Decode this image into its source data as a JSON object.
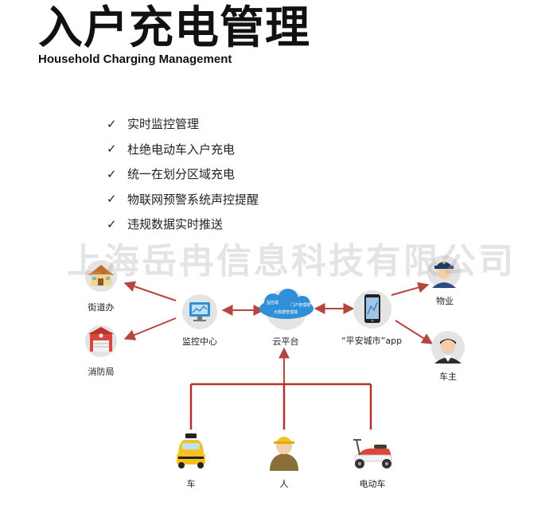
{
  "header": {
    "title_cn": "入户充电管理",
    "title_en": "Household Charging Management"
  },
  "features": [
    "实时监控管理",
    "杜绝电动车入户充电",
    "统一在划分区域充电",
    "物联网预警系统声控提醒",
    "违规数据实时推送"
  ],
  "watermark": "上海岳冉信息科技有限公司",
  "nodes": {
    "street_office": "街道办",
    "fire_bureau": "消防局",
    "monitor_center": "监控中心",
    "cloud_platform": "云平台",
    "app": "“平安城市”app",
    "property": "物业",
    "owner": "车主",
    "car": "车",
    "person": "人",
    "ebike": "电动车"
  },
  "cloud_tags": [
    "监控端",
    "门户管理端",
    "大数据管理端"
  ],
  "colors": {
    "arrow": "#b5463f",
    "connector": "#b5322b",
    "node_bg": "#e4e4e4",
    "cloud": "#2f8fd8"
  }
}
